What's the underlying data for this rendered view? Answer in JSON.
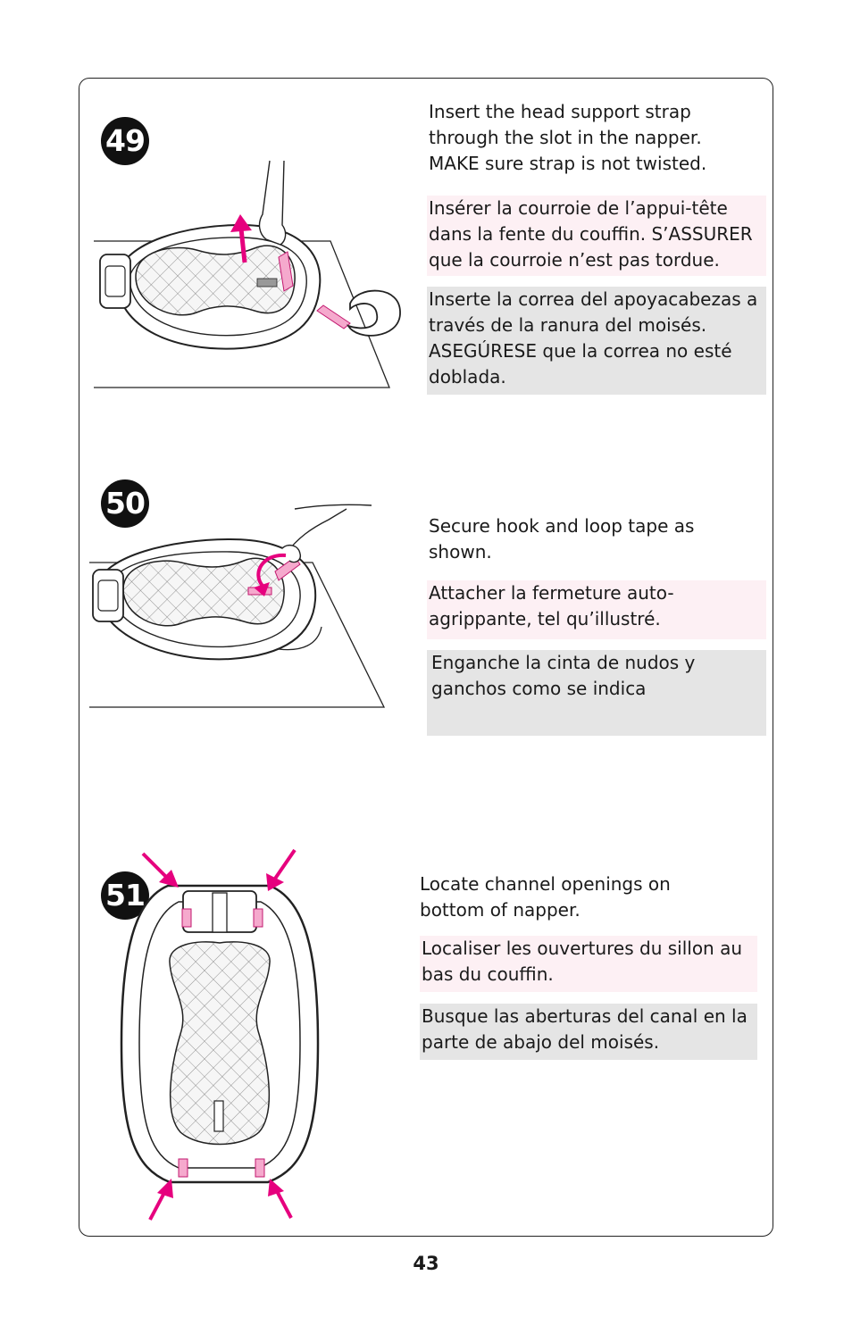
{
  "steps": [
    {
      "number": "49",
      "en": "Insert the head support strap through the slot in the napper. MAKE sure strap is not twisted.",
      "fr": "Insérer la courroie de l’appui-tête dans la fente du couffin. S’ASSURER que la courroie n’est pas tordue.",
      "es": "Inserte la correa del apoyacabezas a través de la ranura del moisés. ASEGÚRESE que la correa no esté doblada."
    },
    {
      "number": "50",
      "en": "Secure hook and loop tape as shown.",
      "fr": "Attacher la fermeture auto-agrippante, tel qu’illustré.",
      "es": "Enganche la cinta de nudos y ganchos como se indica"
    },
    {
      "number": "51",
      "en": "Locate channel openings on bottom of napper.",
      "fr": "Localiser les ouvertures du sillon au bas du couffin.",
      "es": "Busque las aberturas del canal en la parte de abajo del moisés."
    }
  ],
  "page_number": "43",
  "colors": {
    "accent": "#e6007e",
    "pink_box": "#fdf0f4",
    "gray_box": "#e5e5e5"
  }
}
